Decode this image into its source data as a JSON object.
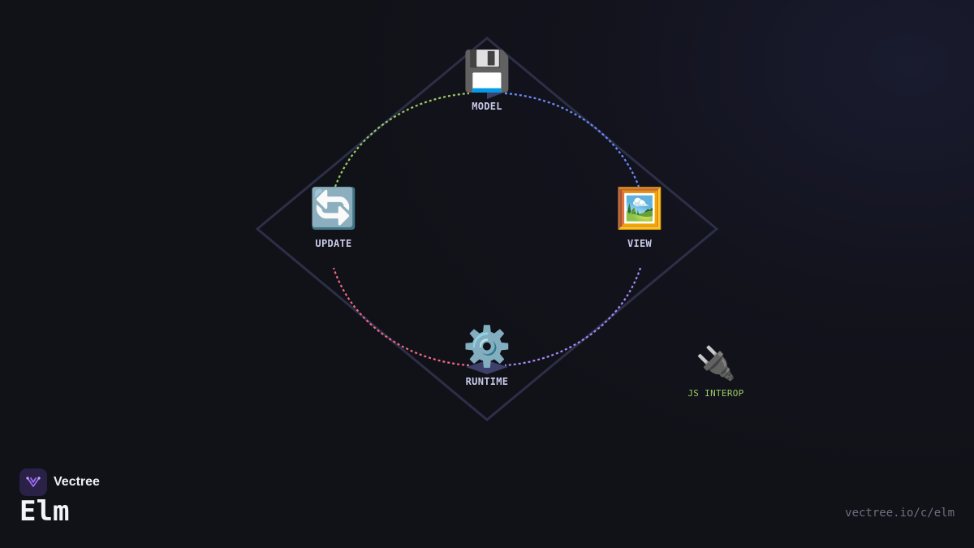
{
  "diagram": {
    "nodes": {
      "model": {
        "label": "MODEL",
        "icon": "floppy-disk-icon",
        "glyph": "💾"
      },
      "view": {
        "label": "VIEW",
        "icon": "framed-picture-icon",
        "glyph": "🖼️"
      },
      "runtime": {
        "label": "RUNTIME",
        "icon": "gear-icon",
        "glyph": "⚙️"
      },
      "update": {
        "label": "UPDATE",
        "icon": "refresh-arrows-icon",
        "glyph": "🔄"
      },
      "interop": {
        "label": "JS INTEROP",
        "icon": "plug-icon",
        "glyph": "🔌"
      }
    },
    "edges": [
      {
        "from": "model",
        "to": "view",
        "color": "#6b8cff"
      },
      {
        "from": "view",
        "to": "runtime",
        "color": "#a78bfa"
      },
      {
        "from": "runtime",
        "to": "update",
        "color": "#f06a84"
      },
      {
        "from": "update",
        "to": "model",
        "color": "#9ccc65"
      }
    ],
    "frame_color": "#2c2f48"
  },
  "footer": {
    "brand": "Vectree",
    "title": "Elm",
    "url": "vectree.io/c/elm"
  }
}
